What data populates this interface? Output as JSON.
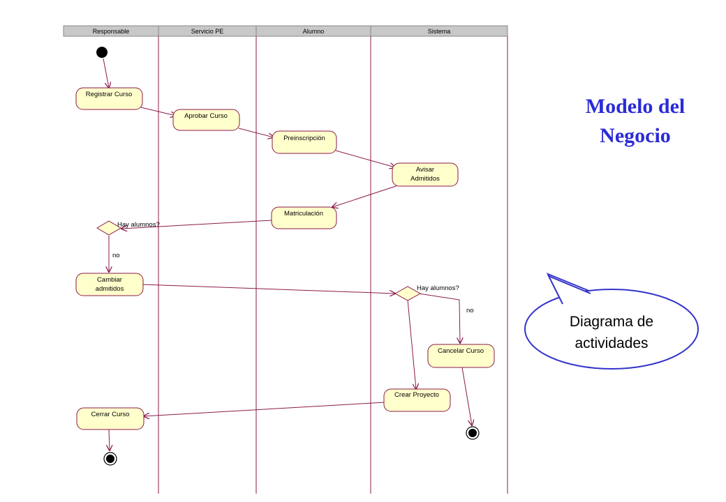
{
  "lanes": [
    "Responsable",
    "Servicio PE",
    "Alumno",
    "Sistema"
  ],
  "activities": {
    "registrar": [
      "Registrar Curso"
    ],
    "aprobar": [
      "Aprobar Curso"
    ],
    "preinscripcion": [
      "Preinscripción"
    ],
    "avisar": [
      "Avisar",
      "Admitidos"
    ],
    "matriculacion": [
      "Matriculación"
    ],
    "cambiar": [
      "Cambiar",
      "admitidos"
    ],
    "cancelar": [
      "Cancelar Curso"
    ],
    "crear": [
      "Crear Proyecto"
    ],
    "cerrar": [
      "Cerrar Curso"
    ]
  },
  "decisions": {
    "hay_alumnos_1": "Hay alumnos?",
    "hay_alumnos_2": "Hay alumnos?"
  },
  "guards": {
    "no_1": "no",
    "no_2": "no"
  },
  "title": [
    "Modelo del",
    "Negocio"
  ],
  "callout": [
    "Diagrama de",
    "actividades"
  ],
  "colors": {
    "line": "#8b1a4a",
    "activity_fill": "#ffffcc",
    "header_fill": "#c8c8c8",
    "title": "#2b2bd6",
    "callout_border": "#3333cc"
  }
}
